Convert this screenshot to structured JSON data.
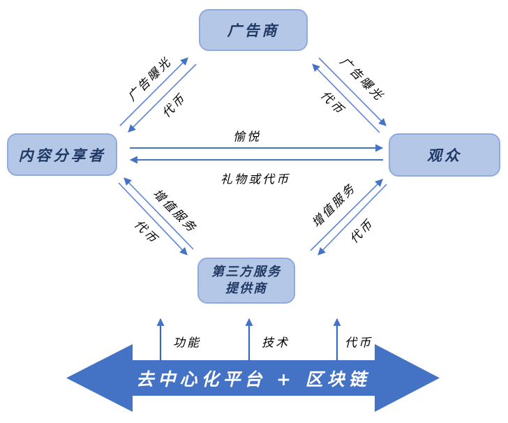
{
  "diagram": {
    "title": "decentralized-content-platform-ecosystem",
    "nodes": {
      "advertiser": {
        "label": "广告商"
      },
      "content_sharer": {
        "label": "内容分享者"
      },
      "audience": {
        "label": "观众"
      },
      "third_party": {
        "label_line1": "第三方服务",
        "label_line2": "提供商"
      }
    },
    "edges": {
      "sharer_to_advertiser": {
        "label": "广告曝光"
      },
      "advertiser_to_sharer": {
        "label": "代币"
      },
      "advertiser_to_audience": {
        "label": "广告曝光"
      },
      "audience_to_advertiser": {
        "label": "代币"
      },
      "sharer_to_audience": {
        "label": "愉悦"
      },
      "audience_to_sharer": {
        "label": "礼物或代币"
      },
      "thirdparty_to_sharer": {
        "label": "增值服务"
      },
      "sharer_to_thirdparty": {
        "label": "代币"
      },
      "thirdparty_to_audience": {
        "label": "增值服务"
      },
      "audience_to_thirdparty": {
        "label": "代币"
      }
    },
    "platform": {
      "label": "去中心化平台 + 区块链",
      "inputs": [
        "功能",
        "技术",
        "代币"
      ]
    },
    "colors": {
      "node_fill": "#b4c7e7",
      "node_border": "#8faadc",
      "node_text": "#1f3864",
      "arrow_stroke": "#4472c4",
      "platform_fill": "#4472c4",
      "platform_text": "#ffffff",
      "label_text": "#000000"
    }
  }
}
